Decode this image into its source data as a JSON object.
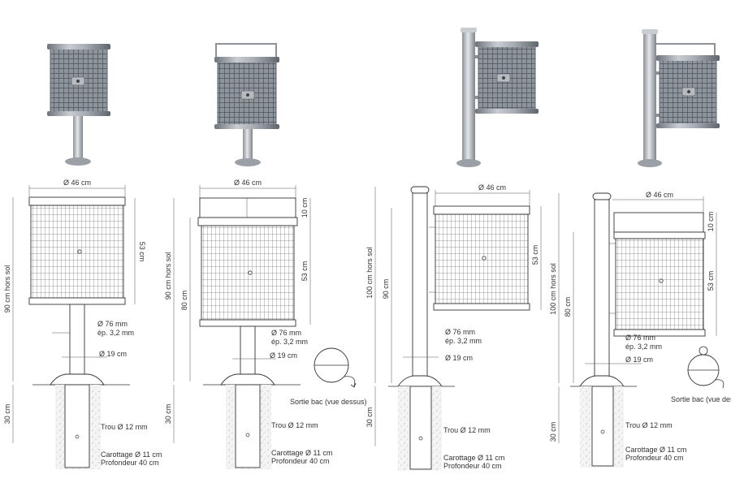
{
  "colors": {
    "metal_light": "#d9dce0",
    "metal_mid": "#a9aeb5",
    "metal_dark": "#6e747c",
    "grid_dark": "#4d535b",
    "line": "#333333",
    "soil": "#f2f2f2"
  },
  "models": [
    {
      "type": "pedestal",
      "diameter": "Ø 46 cm",
      "height_total": "90 cm hors sol",
      "basket_height": "53 cm",
      "pipe": "Ø 76 mm",
      "thickness": "ép. 3,2 mm",
      "foot": "Ø 19 cm",
      "hole": "Trou Ø 12 mm",
      "core": "Carottage Ø 11 cm",
      "depth": "Profondeur 40 cm",
      "underground": "30 cm"
    },
    {
      "type": "pedestal-lid",
      "diameter": "Ø 46 cm",
      "height_total": "90 cm hors sol",
      "height_inner": "80 cm",
      "lid_height": "10 cm",
      "basket_height": "53 cm",
      "pipe": "Ø 76 mm",
      "thickness": "ép. 3,2 mm",
      "foot": "Ø 19 cm",
      "underground": "30 cm",
      "hole": "Trou Ø 12 mm",
      "core": "Carottage Ø 11 cm",
      "depth": "Profondeur 40 cm",
      "exit": "Sortie bac (vue dessus)"
    },
    {
      "type": "post",
      "diameter": "Ø 46 cm",
      "height_total": "100 cm hors sol",
      "height_inner": "90 cm",
      "basket_height": "53 cm",
      "pipe": "Ø 76 mm",
      "thickness": "ép. 3,2 mm",
      "foot": "Ø 19 cm",
      "underground": "30 cm",
      "hole": "Trou Ø 12 mm",
      "core": "Carottage Ø 11 cm",
      "depth": "Profondeur 40 cm"
    },
    {
      "type": "post-lid",
      "diameter": "Ø 46 cm",
      "height_total": "100 cm hors sol",
      "height_inner": "80 cm",
      "lid_height": "10 cm",
      "basket_height": "53 cm",
      "pipe": "Ø 76 mm",
      "thickness": "ép. 3,2 mm",
      "foot": "Ø 19 cm",
      "underground": "30 cm",
      "hole": "Trou Ø 12 mm",
      "core": "Carottage Ø 11 cm",
      "depth": "Profondeur 40 cm",
      "exit": "Sortie bac (vue dessus)"
    }
  ]
}
